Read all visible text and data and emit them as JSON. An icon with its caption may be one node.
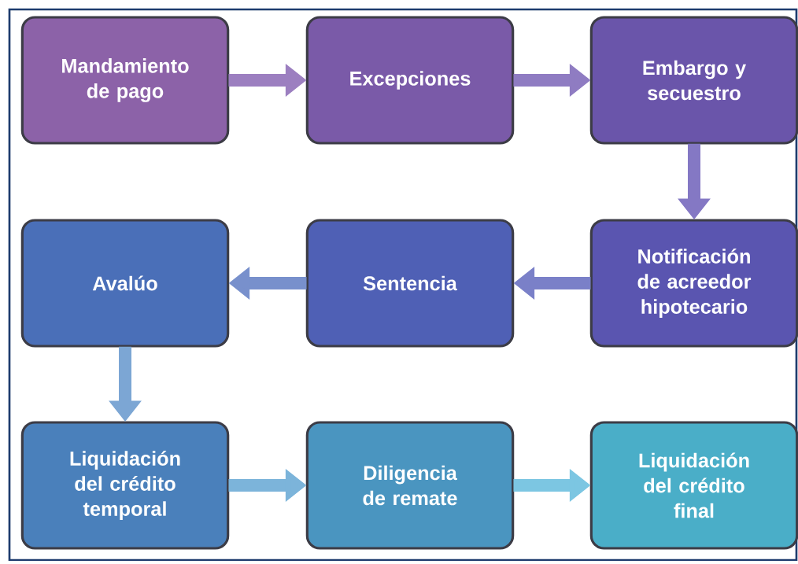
{
  "diagram": {
    "nodes": [
      {
        "text": [
          "Mandamiento de pago"
        ]
      },
      {
        "text": [
          "Excepciones"
        ]
      },
      {
        "text": [
          "Embargo y secuestro"
        ]
      },
      {
        "text": [
          "Notificación de acreedor hipotecario"
        ]
      },
      {
        "text": [
          "Sentencia"
        ]
      },
      {
        "text": [
          "Avalúo"
        ]
      },
      {
        "text": [
          "Liquidación del crédito temporal"
        ]
      },
      {
        "text": [
          "Diligencia de remate"
        ]
      },
      {
        "text": [
          "Liquidación del crédito final"
        ]
      }
    ],
    "edges": [
      {
        "from": 0,
        "to": 1,
        "arrow": "to"
      },
      {
        "from": 1,
        "to": 2,
        "arrow": "to"
      },
      {
        "from": 2,
        "to": 3,
        "arrow": "to"
      },
      {
        "from": 3,
        "to": 4,
        "arrow": "to"
      },
      {
        "from": 4,
        "to": 5,
        "arrow": "to"
      },
      {
        "from": 5,
        "to": 6,
        "arrow": "to"
      },
      {
        "from": 6,
        "to": 7,
        "arrow": "to"
      },
      {
        "from": 7,
        "to": 8,
        "arrow": "to"
      }
    ]
  }
}
